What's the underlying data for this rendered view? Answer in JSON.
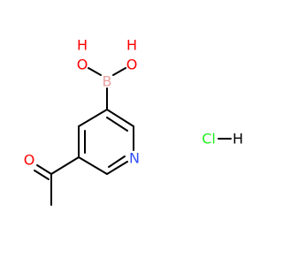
{
  "molecule": {
    "atoms": {
      "boron": {
        "symbol": "B"
      },
      "hydroxyl_left_O": {
        "symbol": "O"
      },
      "hydroxyl_left_H": {
        "symbol": "H"
      },
      "hydroxyl_right_O": {
        "symbol": "O"
      },
      "hydroxyl_right_H": {
        "symbol": "H"
      },
      "carbonyl_O": {
        "symbol": "O"
      },
      "ring_N": {
        "symbol": "N"
      }
    },
    "salt": {
      "chlorine": "Cl",
      "hydrogen": "H"
    }
  },
  "colors": {
    "bond": "#000000",
    "boron": "#E8A0A0",
    "oxygen": "#FF0000",
    "nitrogen": "#3050F8",
    "chlorine": "#1FF01F",
    "hydrogen": "#000000"
  }
}
